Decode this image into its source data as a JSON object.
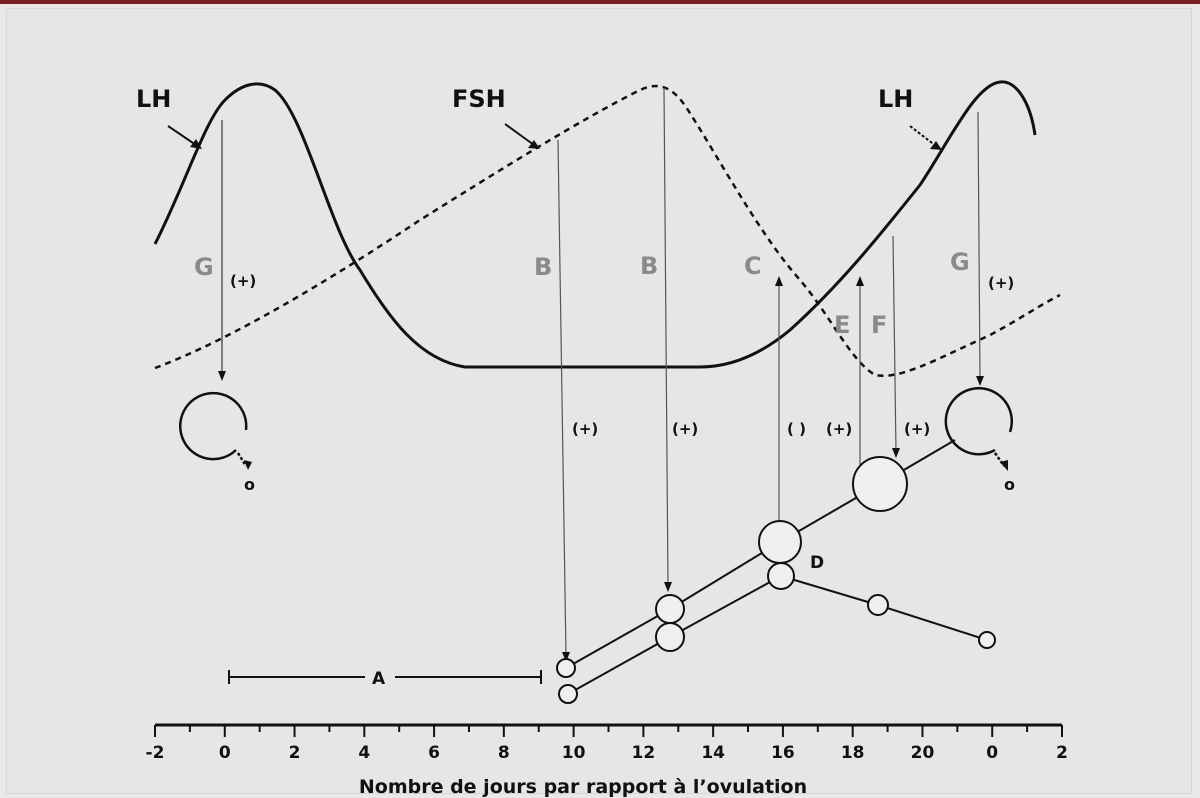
{
  "hormones": {
    "lh_left": "LH",
    "fsh": "FSH",
    "lh_right": "LH"
  },
  "letters": {
    "g_left": "G",
    "b1": "B",
    "b2": "B",
    "c": "C",
    "e": "E",
    "f": "F",
    "g_right": "G",
    "d": "D",
    "a": "A"
  },
  "effects": {
    "g_left": "(+)",
    "b1": "(+)",
    "b2": "(+)",
    "c": "( )",
    "e": "(+)",
    "f": "(+)",
    "g_right": "(+)"
  },
  "ovocyte_mark": "o",
  "axis": {
    "ticks": [
      "-2",
      "0",
      "2",
      "4",
      "6",
      "8",
      "10",
      "12",
      "14",
      "16",
      "18",
      "20",
      "0",
      "2"
    ],
    "title": "Nombre de jours par rapport à l’ovulation"
  },
  "colors": {
    "background": "#e8e8e8",
    "ink": "#111111",
    "letter_grey": "#8a8a8a",
    "top_bar": "#7a1f1f"
  }
}
